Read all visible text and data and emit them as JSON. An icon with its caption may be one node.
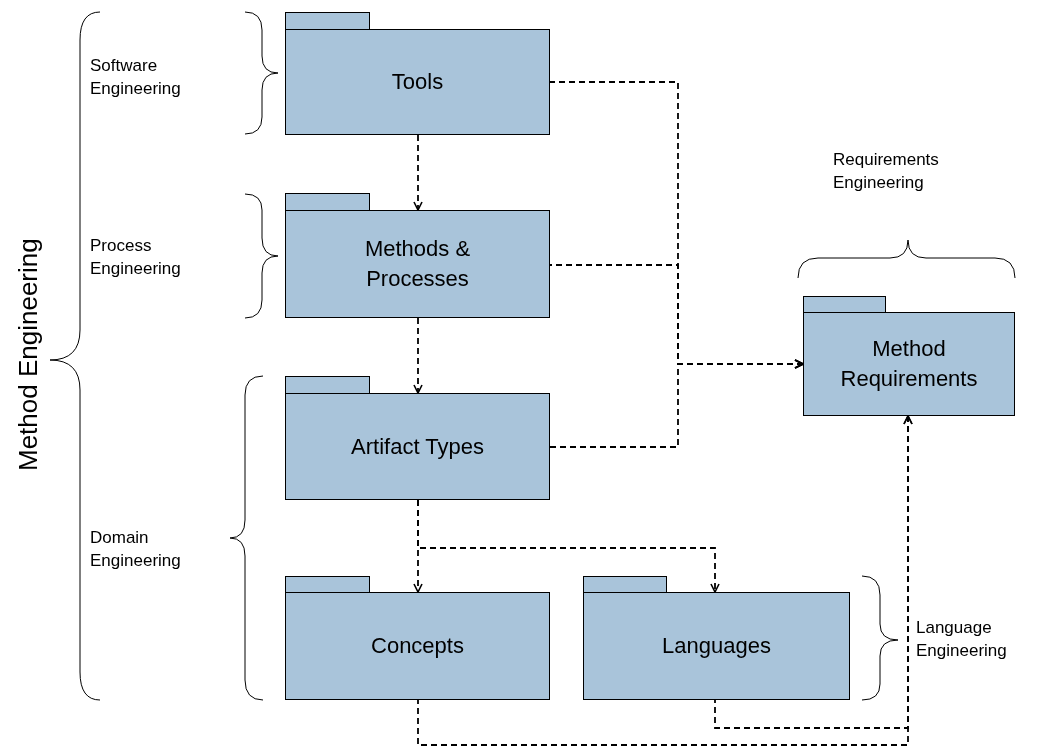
{
  "diagram": {
    "nodes": [
      {
        "text": [
          "Tools"
        ]
      },
      {
        "text": [
          "Methods & Processes"
        ]
      },
      {
        "text": [
          "Artifact Types"
        ]
      },
      {
        "text": [
          "Concepts"
        ]
      },
      {
        "text": [
          "Languages"
        ]
      },
      {
        "text": [
          "Method Requirements"
        ]
      }
    ],
    "edges": [
      {
        "from": 0,
        "to": 1,
        "arrow": "to",
        "style": "dashed"
      },
      {
        "from": 1,
        "to": 2,
        "arrow": "to",
        "style": "dashed"
      },
      {
        "from": 2,
        "to": 3,
        "arrow": "to",
        "style": "dashed"
      },
      {
        "from": 2,
        "to": 4,
        "arrow": "to",
        "style": "dashed"
      },
      {
        "from": 0,
        "to": 5,
        "arrow": "to",
        "style": "dashed"
      },
      {
        "from": 1,
        "to": 5,
        "arrow": "to",
        "style": "dashed"
      },
      {
        "from": 2,
        "to": 5,
        "arrow": "to",
        "style": "dashed"
      },
      {
        "from": 3,
        "to": 5,
        "arrow": "to",
        "style": "dashed"
      },
      {
        "from": 4,
        "to": 5,
        "arrow": "to",
        "style": "dashed"
      }
    ],
    "labels": [
      "Method Engineering",
      "Software Engineering",
      "Process Engineering",
      "Domain Engineering",
      "Requirements Engineering",
      "Language Engineering"
    ]
  }
}
